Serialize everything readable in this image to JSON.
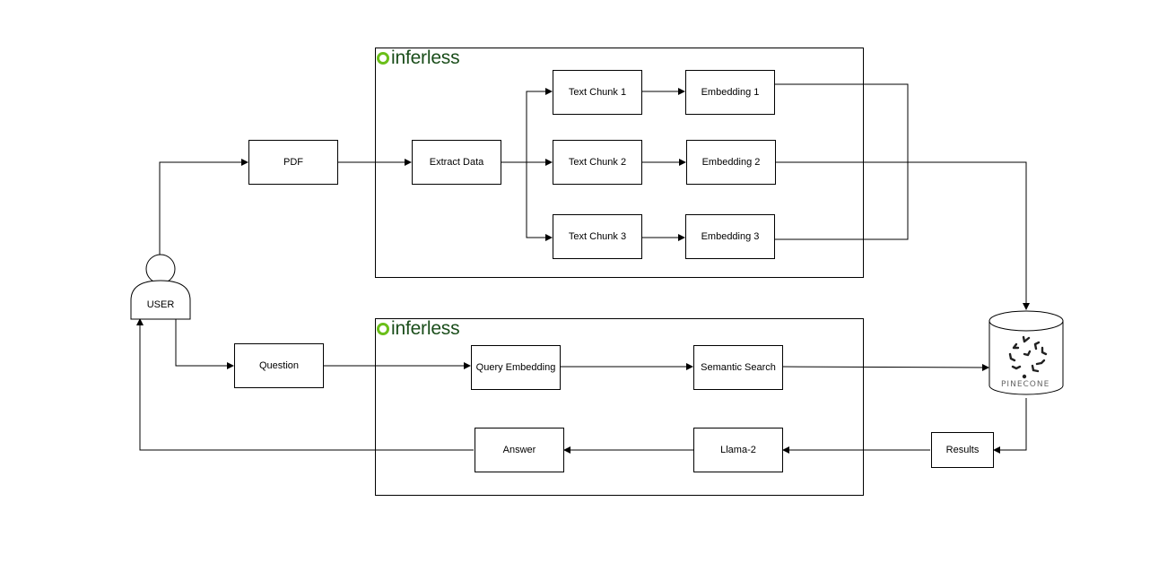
{
  "colors": {
    "brand": "#1a4d1a",
    "brand_logo": "#6bbf1a",
    "stroke": "#000000"
  },
  "groups": {
    "top": {
      "brand": "inferless"
    },
    "bottom": {
      "brand": "inferless"
    }
  },
  "actor": {
    "label": "USER",
    "icon": "user-icon"
  },
  "nodes": {
    "pdf": "PDF",
    "extract": "Extract Data",
    "chunk1": "Text Chunk 1",
    "chunk2": "Text Chunk 2",
    "chunk3": "Text Chunk 3",
    "emb1": "Embedding 1",
    "emb2": "Embedding 2",
    "emb3": "Embedding 3",
    "question": "Question",
    "query_emb": "Query Embedding",
    "semantic": "Semantic Search",
    "answer": "Answer",
    "llama": "Llama-2",
    "results": "Results"
  },
  "database": {
    "label": "PINECONE",
    "icon": "pinecone-logo-icon"
  }
}
